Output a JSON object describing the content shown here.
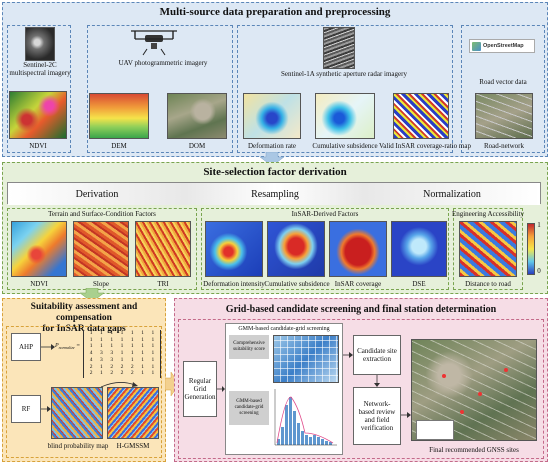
{
  "section1": {
    "title": "Multi-source data preparation and preprocessing",
    "src_sentinel2": "Sentinel-2C\nmultispectral imagery",
    "src_uav": "UAV photogrammetric imagery",
    "src_sentinel1": "Sentinel-1A synthetic aperture radar  imagery",
    "src_road": "Road vector data",
    "osm_logo": "OpenStreetMap",
    "products": [
      "NDVI",
      "DEM",
      "DOM",
      "Deformation rate",
      "Cumulative subsidence",
      "Valid InSAR coverage-ratio map",
      "Road-network"
    ]
  },
  "section2": {
    "title": "Site-selection factor derivation",
    "steps": [
      "Derivation",
      "Resampling",
      "Normalization"
    ],
    "group_terrain": "Terrain and Surface-Condition Factors",
    "group_insar": "InSAR-Derived Factors",
    "group_access": "Engineering Accessibility",
    "terrain_items": [
      "NDVI",
      "Slope",
      "TRI"
    ],
    "insar_items": [
      "Deformation intensity",
      "Cumulative subsidence",
      "InSAR coverage",
      "DSE"
    ],
    "access_items": [
      "Distance to road"
    ],
    "scale_max": "1",
    "scale_min": "0"
  },
  "section3": {
    "title": "Suitability assessment and compensation\nfor InSAR data gaps",
    "ahp": "AHP",
    "rf": "RF",
    "pmatrix_sym": "P",
    "pmatrix_sub": "normalize",
    "matrix": [
      [
        "1",
        "1",
        "1",
        "1",
        "1",
        "1",
        "1"
      ],
      [
        "1",
        "1",
        "1",
        "1",
        "1",
        "1",
        "1"
      ],
      [
        "1",
        "1",
        "1",
        "1",
        "1",
        "1",
        "1"
      ],
      [
        "4",
        "3",
        "3",
        "1",
        "1",
        "1",
        "1"
      ],
      [
        "4",
        "3",
        "3",
        "1",
        "1",
        "1",
        "1"
      ],
      [
        "2",
        "1",
        "2",
        "2",
        "2",
        "1",
        "1"
      ],
      [
        "2",
        "1",
        "2",
        "2",
        "2",
        "1",
        "1"
      ]
    ],
    "blind_map": "blind probability map",
    "hgmssm": "H-GMSSM"
  },
  "section4": {
    "title": "Grid-based candidate screening and final station determination",
    "regular_grid": "Regular\nGrid\nGeneration",
    "gmm_title": "GMM-based candidate-grid screening",
    "comp_score": "Comprehensive\nsuitability score",
    "gmm_box": "GMM-based\ncandidate-grid\nscreening",
    "candidate": "Candidate site\nextraction",
    "network": "Network-\nbased review\nand field\nverification",
    "final": "Final recommended GNSS sites"
  },
  "colors": {
    "sec1_bg": "#dde8f4",
    "sec1_border": "#5b86b8",
    "sec2_bg": "#e6f0da",
    "sec2_border": "#79a44f",
    "sec3_bg": "#fbe5b9",
    "sec3_border": "#d8a23a",
    "sec4_bg": "#f6dde6",
    "sec4_border": "#c46a8a",
    "arrow": "#aac7e4"
  }
}
